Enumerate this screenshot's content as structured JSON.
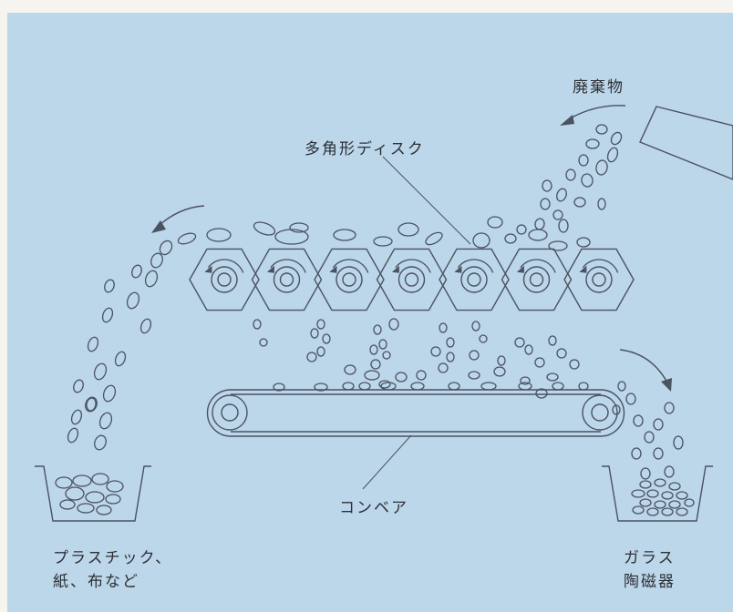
{
  "colors": {
    "background": "#bcd6ea",
    "line": "#4b5260",
    "page": "#f6f4ef"
  },
  "labels": {
    "waste": "廃棄物",
    "polygon_disk": "多角形ディスク",
    "conveyor": "コンベア",
    "plastic_line1": "プラスチック、",
    "plastic_line2": "紙、布など",
    "glass_line1": "ガラス",
    "glass_line2": "陶磁器"
  },
  "disks": {
    "count": 7
  }
}
